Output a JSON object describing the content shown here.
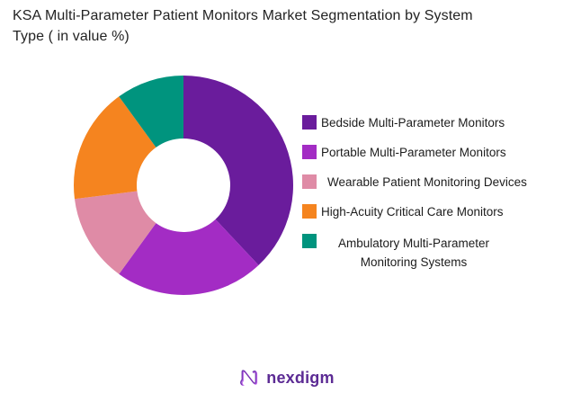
{
  "chart_data": {
    "type": "pie",
    "subtype": "donut",
    "title": "KSA Multi-Parameter Patient Monitors Market Segmentation by System Type ( in value %)",
    "unit": "value %",
    "start_angle_deg": 0,
    "direction": "clockwise",
    "donut_hole_ratio": 0.43,
    "legend_position": "right",
    "data_labels_shown": false,
    "segments": [
      {
        "label": "Bedside Multi-Parameter Monitors",
        "value": 38,
        "color": "#6A1C9C"
      },
      {
        "label": "Portable Multi-Parameter Monitors",
        "value": 22,
        "color": "#A32CC4"
      },
      {
        "label": "Wearable Patient Monitoring Devices",
        "value": 13,
        "color": "#DF8BA6"
      },
      {
        "label": "High-Acuity Critical Care Monitors",
        "value": 17,
        "color": "#F5841F"
      },
      {
        "label": "Ambulatory Multi-Parameter Monitoring Systems",
        "value": 10,
        "color": "#00947E"
      }
    ]
  },
  "footer": {
    "brand": "nexdigm",
    "logo_icon": "nexdigm-n-wave-mark",
    "brand_color": "#5C2B94"
  }
}
